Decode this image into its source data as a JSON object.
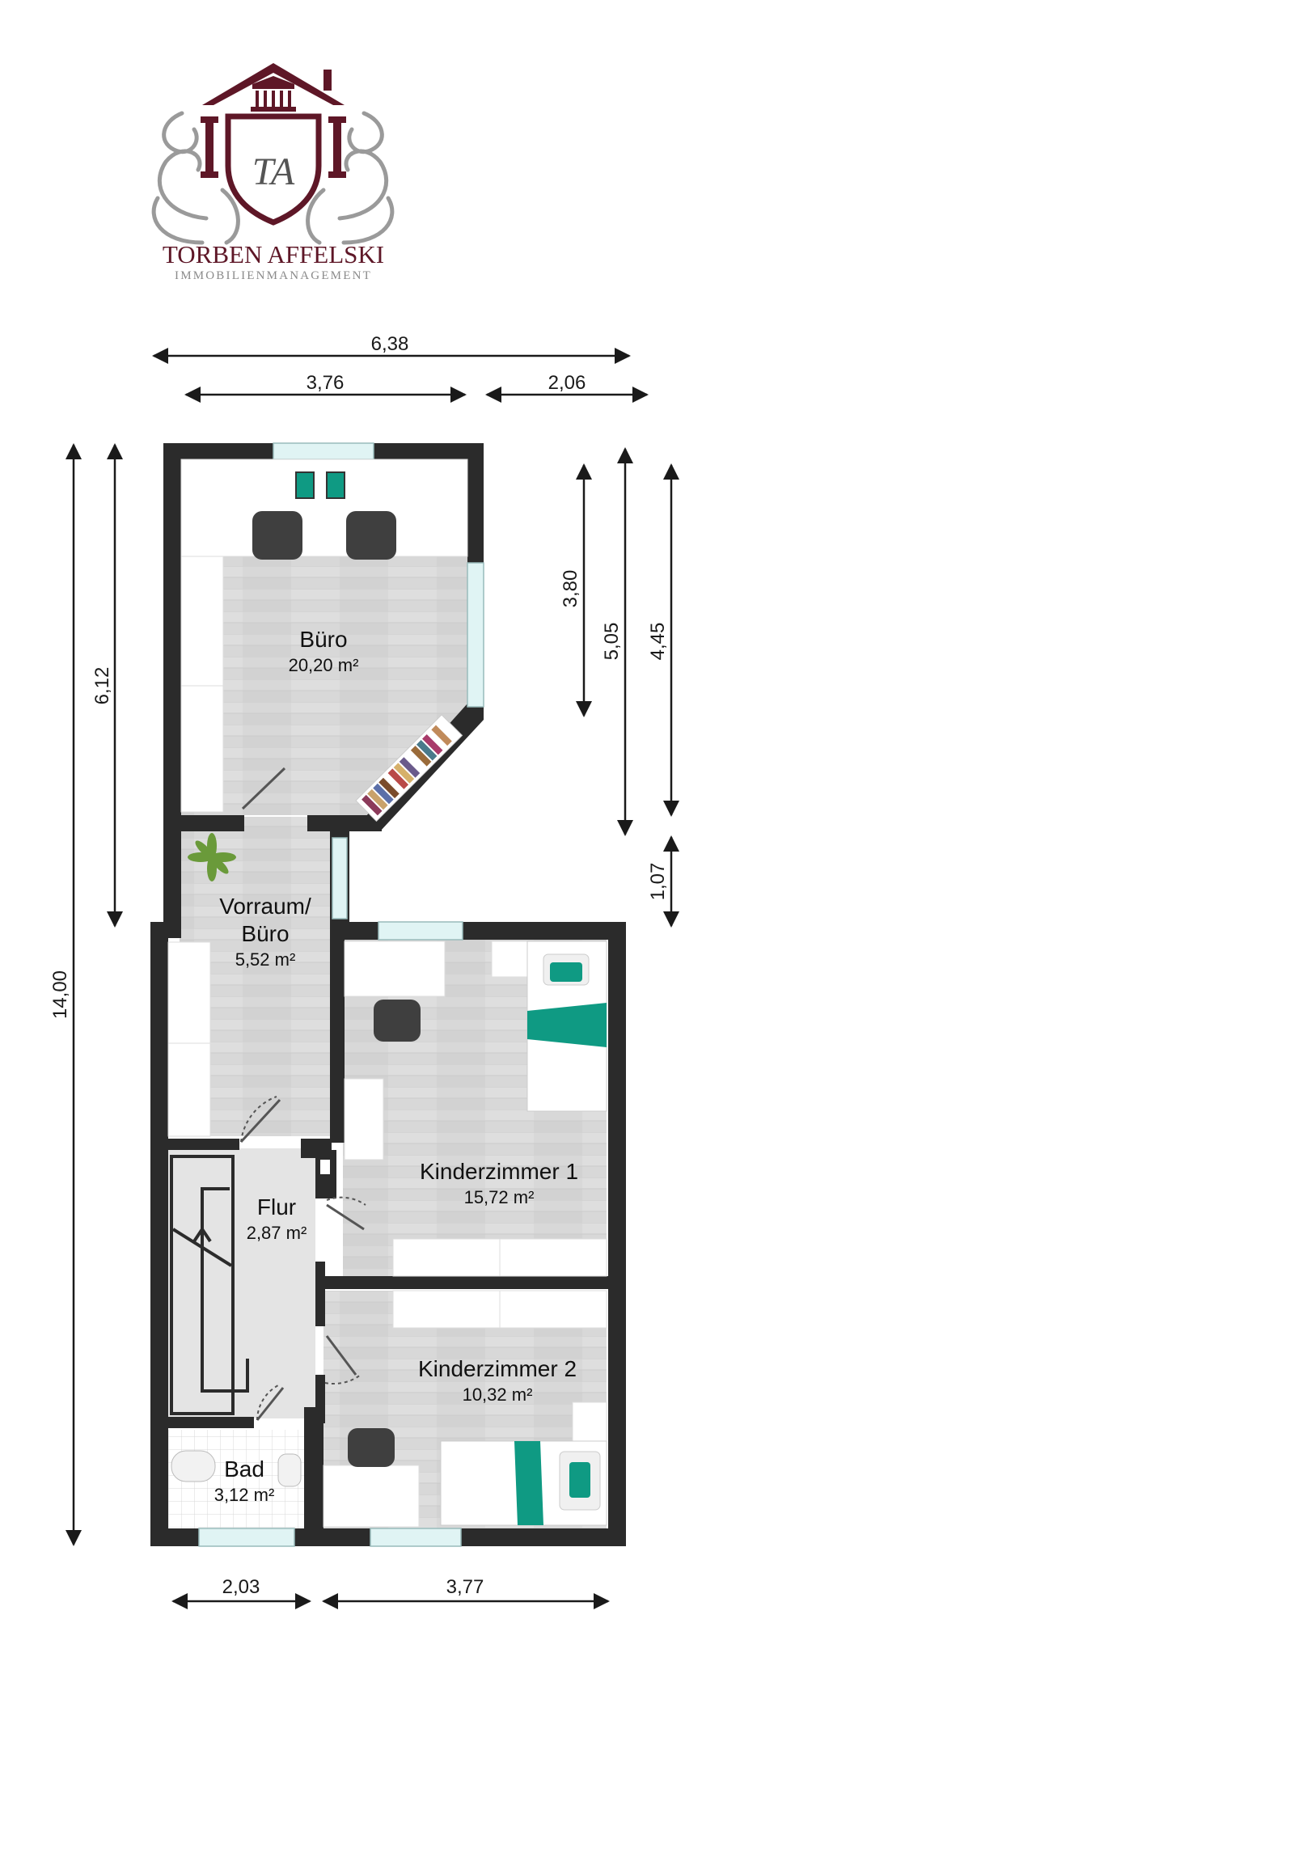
{
  "logo": {
    "name": "TORBEN AFFELSKI",
    "tagline": "IMMOBILIENMANAGEMENT",
    "monogram": "TA",
    "colors": {
      "burgundy": "#5e1727",
      "ornament": "#9a9a9a"
    }
  },
  "rooms": [
    {
      "id": "buero",
      "lines": [
        "Büro"
      ],
      "area": "20,20 m²"
    },
    {
      "id": "vorraum",
      "lines": [
        "Vorraum/",
        "Büro"
      ],
      "area": "5,52 m²"
    },
    {
      "id": "kinderzimmer-1",
      "lines": [
        "Kinderzimmer 1"
      ],
      "area": "15,72 m²"
    },
    {
      "id": "flur",
      "lines": [
        "Flur"
      ],
      "area": "2,87 m²"
    },
    {
      "id": "kinderzimmer-2",
      "lines": [
        "Kinderzimmer 2"
      ],
      "area": "10,32 m²"
    },
    {
      "id": "bad",
      "lines": [
        "Bad"
      ],
      "area": "3,12 m²"
    }
  ],
  "dimensions": {
    "top_total": "6,38",
    "top_left": "3,76",
    "top_right": "2,06",
    "left_total": "14,00",
    "left_upper": "6,12",
    "right_a": "3,80",
    "right_b": "5,05",
    "right_c": "4,45",
    "right_d": "1,07",
    "bottom_left": "2,03",
    "bottom_right": "3,77"
  },
  "colors": {
    "wall": "#2b2b2b",
    "floor": "#d9d9d9",
    "floor_light": "#e6e6e6",
    "window": "#d6f0f0",
    "teal": "#0f9a83",
    "furniture": "#ffffff",
    "chair": "#3f3f3f"
  }
}
